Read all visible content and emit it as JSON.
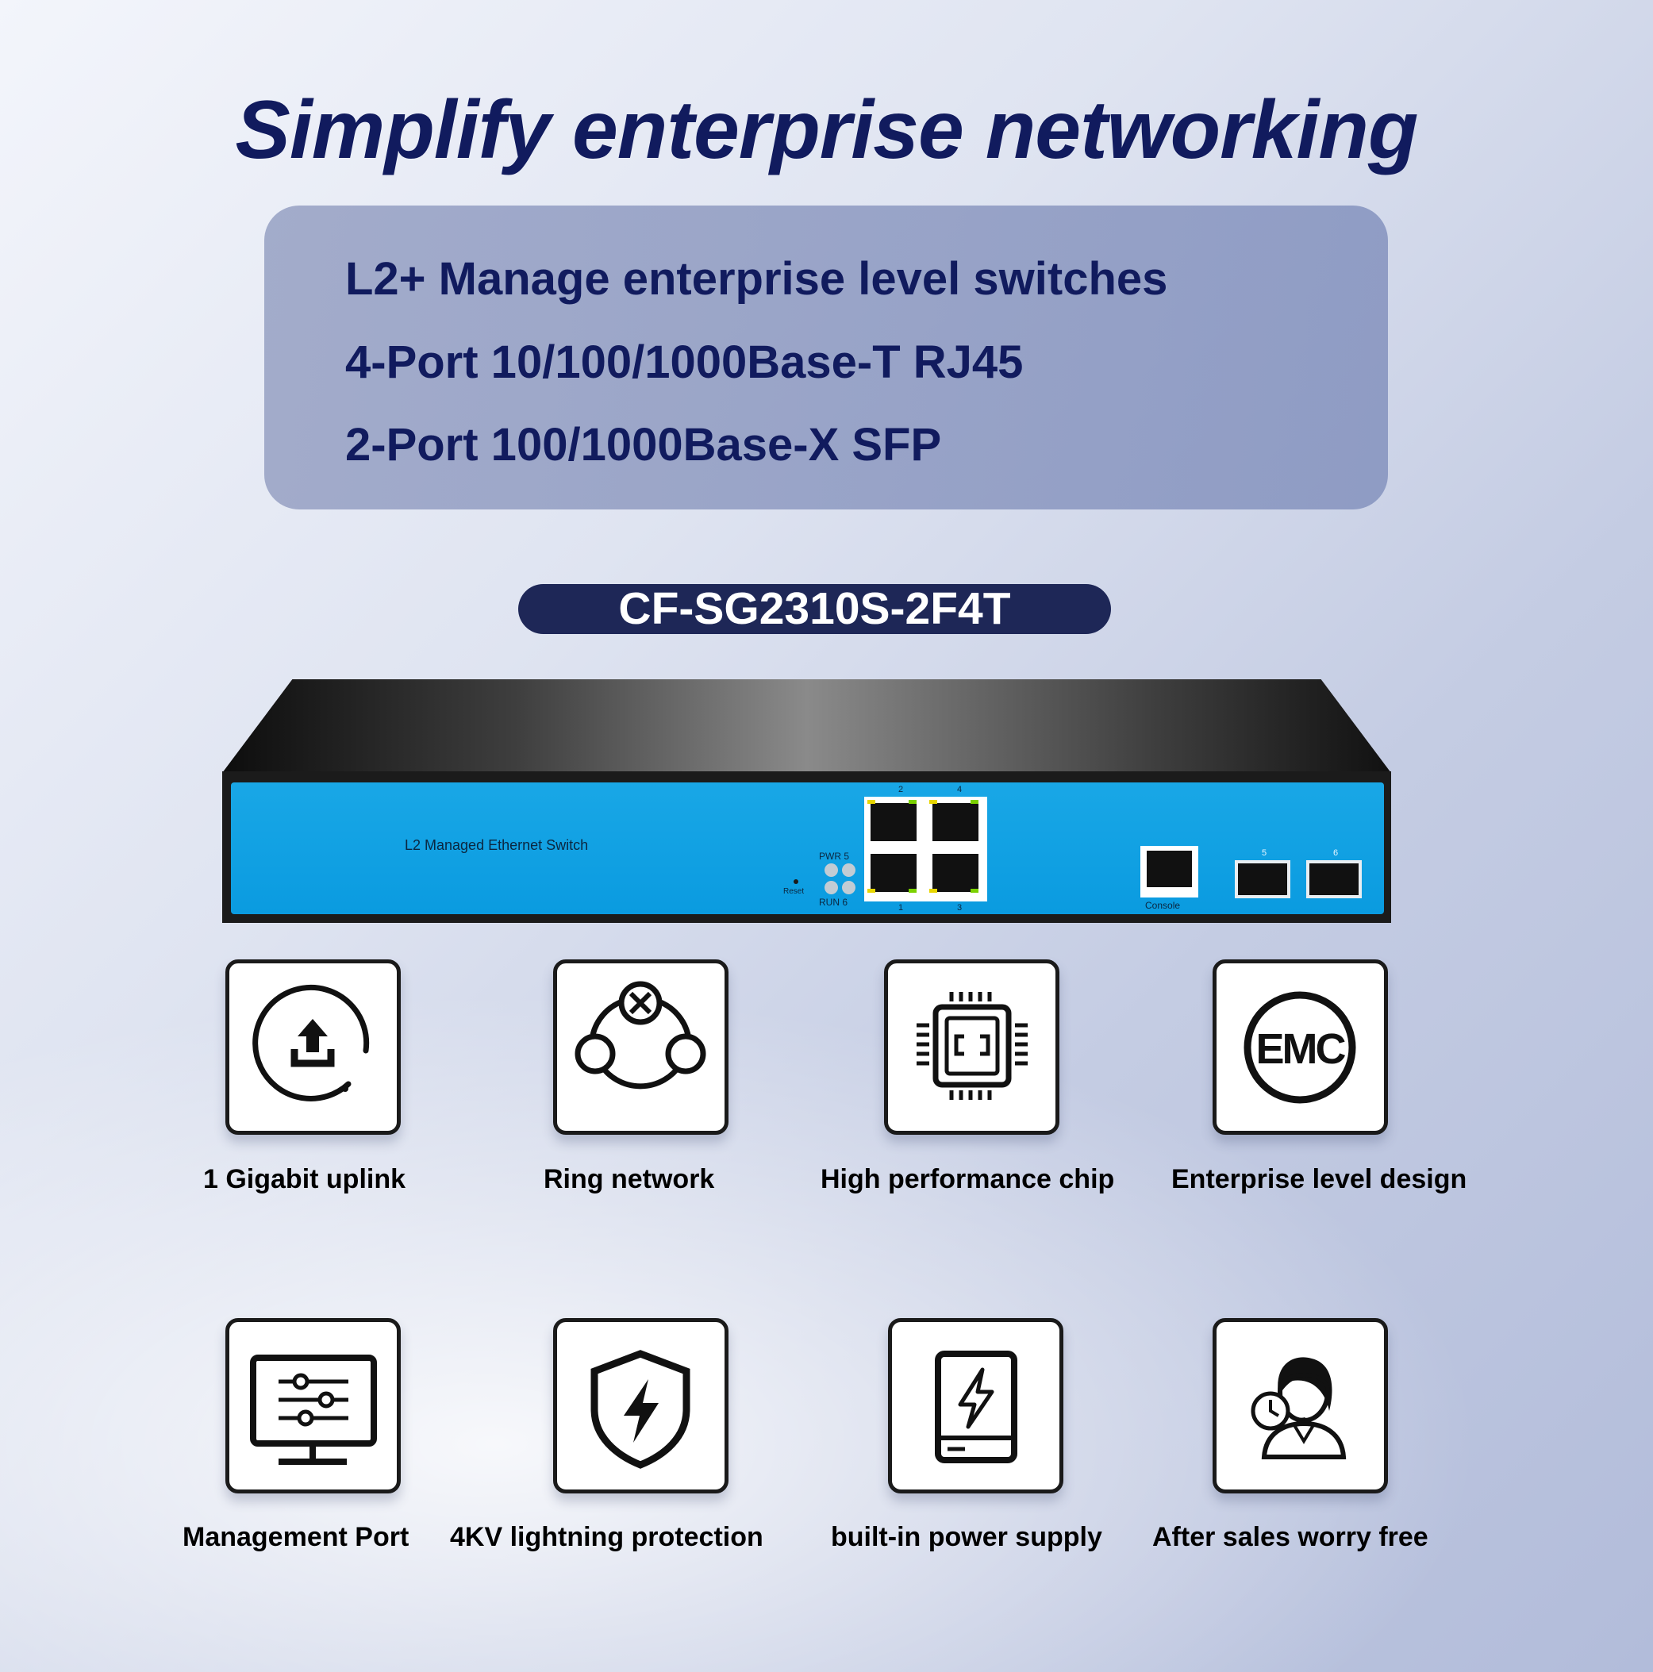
{
  "headline": "Simplify enterprise networking",
  "specs": [
    "L2+ Manage enterprise level switches",
    "4-Port 10/100/1000Base-T RJ45",
    "2-Port 100/1000Base-X SFP"
  ],
  "model": "CF-SG2310S-2F4T",
  "device": {
    "label": "L2 Managed Ethernet Switch",
    "pwr_label": "PWR 5",
    "run_label": "RUN 6",
    "reset_label": "Reset",
    "console_label": "Console",
    "port_numbers": [
      "2",
      "4",
      "1",
      "3",
      "5",
      "6"
    ]
  },
  "features": [
    {
      "label": "1 Gigabit uplink",
      "icon": "upload-icon"
    },
    {
      "label": "Ring network",
      "icon": "ring-network-icon"
    },
    {
      "label": "High performance chip",
      "icon": "chip-icon"
    },
    {
      "label": "Enterprise level design",
      "icon": "emc-icon"
    },
    {
      "label": "Management Port",
      "icon": "monitor-settings-icon"
    },
    {
      "label": "4KV lightning protection",
      "icon": "shield-lightning-icon"
    },
    {
      "label": "built-in power supply",
      "icon": "power-supply-icon"
    },
    {
      "label": "After sales worry free",
      "icon": "support-agent-icon"
    }
  ],
  "colors": {
    "headline": "#111b5e",
    "pill": "#1e2757",
    "switch_face": "#0a9be0"
  }
}
